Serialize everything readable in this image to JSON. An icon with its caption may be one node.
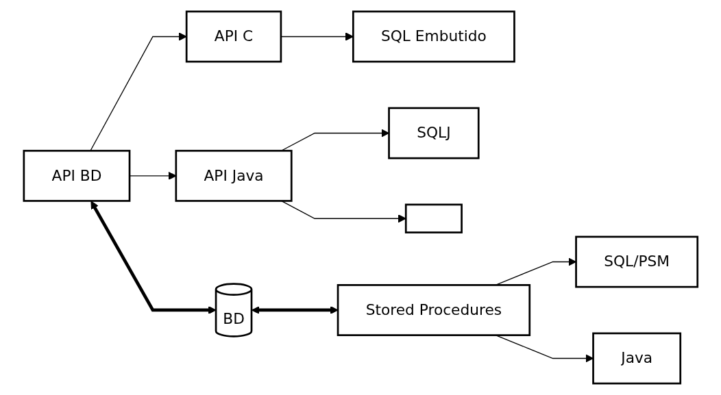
{
  "diagram": {
    "nodes": [
      {
        "text": [
          "API BD"
        ]
      },
      {
        "text": [
          "API C"
        ]
      },
      {
        "text": [
          "API Java"
        ]
      },
      {
        "text": [
          "SQL Embutido"
        ]
      },
      {
        "text": [
          "SQLJ"
        ]
      },
      {
        "text": [],
        "shape": "box"
      },
      {
        "text": [
          "BD"
        ]
      },
      {
        "text": [
          "Stored Procedures"
        ]
      },
      {
        "text": [
          "SQL/PSM"
        ]
      },
      {
        "text": [
          "Java"
        ]
      }
    ],
    "edges": [
      {
        "from": 0,
        "to": 1,
        "arrow": "to"
      },
      {
        "from": 0,
        "to": 2,
        "arrow": "to"
      },
      {
        "from": 1,
        "to": 3,
        "arrow": "to"
      },
      {
        "from": 2,
        "to": 4,
        "arrow": "to"
      },
      {
        "from": 2,
        "to": 5,
        "arrow": "to"
      },
      {
        "from": 0,
        "to": 6,
        "arrow": "both",
        "style": "thick"
      },
      {
        "from": 6,
        "to": 7,
        "arrow": "both",
        "style": "thick"
      },
      {
        "from": 7,
        "to": 8,
        "arrow": "to"
      },
      {
        "from": 7,
        "to": 9,
        "arrow": "to"
      }
    ]
  }
}
